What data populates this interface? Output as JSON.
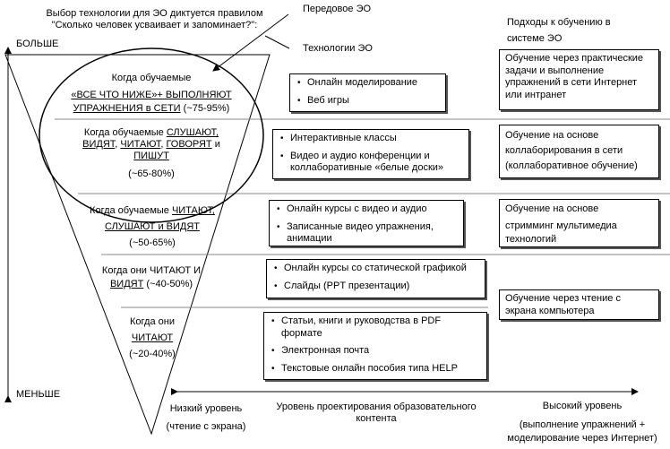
{
  "header": {
    "rule_line1": "Выбор технологии для ЭО диктуется правилом",
    "rule_line2": "\"Сколько человек усваивает и запоминает?\":",
    "advanced": "Передовое ЭО",
    "tech_title": "Технологии ЭО",
    "approach_title_line1": "Подходы к обучению в",
    "approach_title_line2": "системе ЭО"
  },
  "axis": {
    "more": "БОЛЬШЕ",
    "less": "МЕНЬШЕ"
  },
  "levels": [
    {
      "l1": "Когда обучаемые",
      "l2": "«ВСЕ ЧТО НИЖЕ»+ ВЫПОЛНЯЮТ",
      "l3": "УПРАЖНЕНИЯ в СЕТИ",
      "pct": "(~75-95%)"
    },
    {
      "l1a": "Когда обучаемые ",
      "l1b": "СЛУШАЮТ,",
      "l2a": "ВИДЯТ",
      "l2b": ", ",
      "l2c": "ЧИТАЮТ",
      "l2d": ", ",
      "l2e": "ГОВОРЯТ",
      "l2f": " и",
      "l3": "ПИШУТ",
      "pct": "(~65-80%)"
    },
    {
      "l1a": "Когда обучаемые ",
      "l1b": "ЧИТАЮТ,",
      "l2": "СЛУШАЮТ и ВИДЯТ",
      "pct": "(~50-65%)"
    },
    {
      "l1": "Когда они ЧИТАЮТ И",
      "l2": "ВИДЯТ",
      "pct": " (~40-50%)"
    },
    {
      "l1": "Когда они",
      "l2": "ЧИТАЮТ",
      "pct": "(~20-40%)"
    }
  ],
  "tech": [
    [
      "Онлайн моделирование",
      "Веб игры"
    ],
    [
      "Интерактивные классы",
      "Видео и аудио конференции и коллаборативные «белые доски»"
    ],
    [
      "Онлайн курсы с видео и аудио",
      "Записанные видео упражнения, анимации"
    ],
    [
      "Онлайн курсы со статической графикой",
      "Слайды (PPT презентации)"
    ],
    [
      "Статьи, книги и руководства в PDF формате",
      "Электронная почта",
      "Текстовые онлайн пособия типа HELP"
    ]
  ],
  "approaches": [
    [
      "Обучение через практические задачи и выполнение упражнений в сети Интернет или интранет"
    ],
    [
      "Обучение на основе",
      "коллаборирования в сети",
      "(коллаборативное обучение)"
    ],
    [
      "Обучение на основе",
      "стримминг мультимедиа технологий"
    ],
    [
      "Обучение через чтение с экрана компьютера"
    ]
  ],
  "bottom": {
    "low_line1": "Низкий уровень",
    "low_line2": "(чтение с экрана)",
    "mid": "Уровень проектирования образовательного контента",
    "high_line1": "Высокий уровень",
    "high_line2": "(выполнение упражнений +",
    "high_line3": "моделирование через Интернет)"
  }
}
